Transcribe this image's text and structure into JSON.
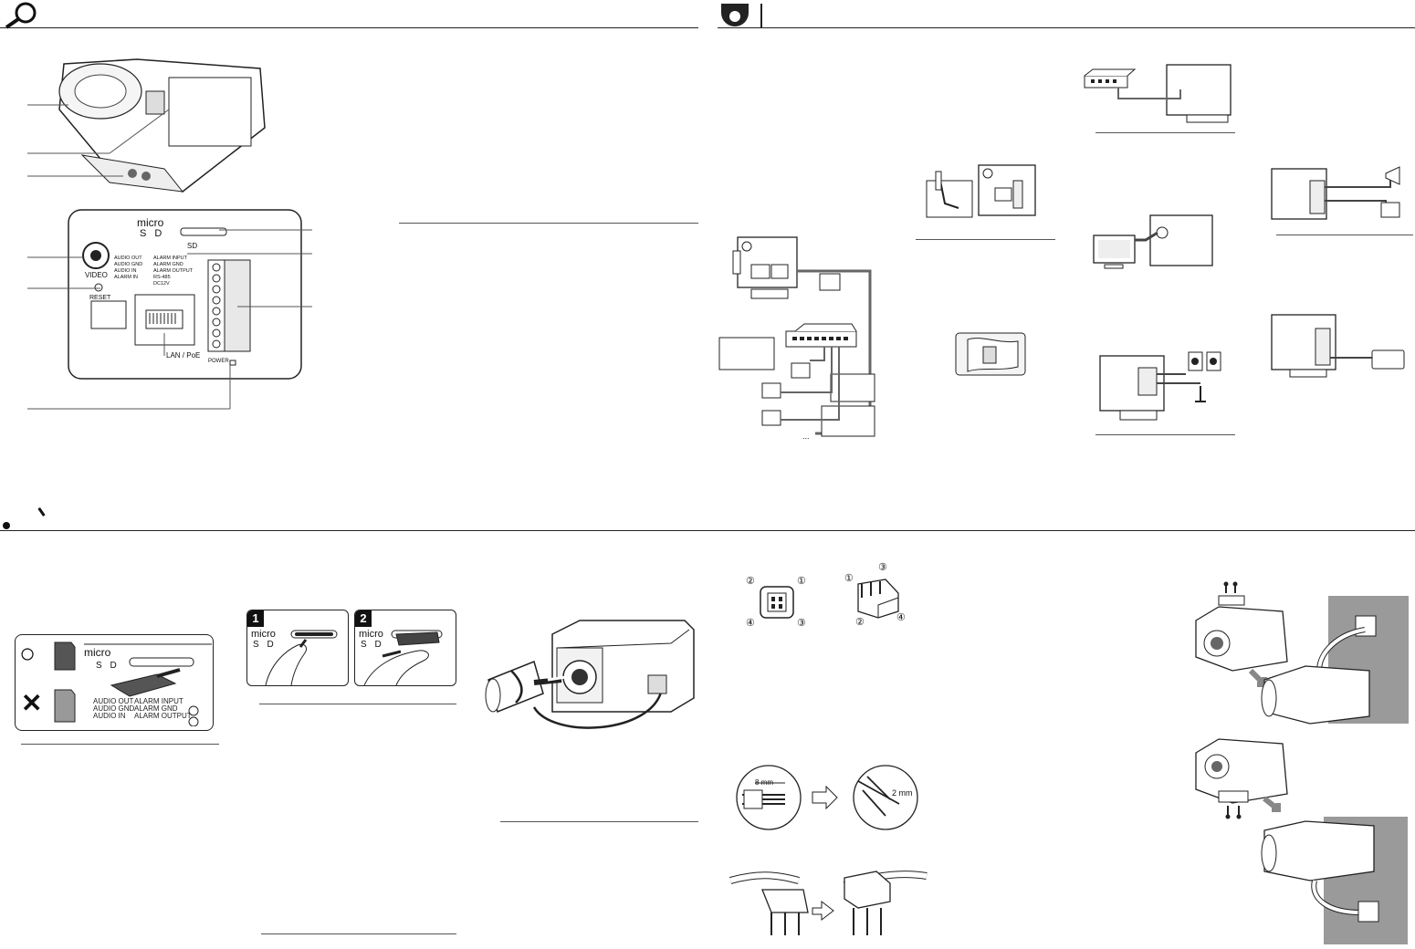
{
  "rear_panel": {
    "micro_label": "micro",
    "sd_label": "S D",
    "sd_led_label": "SD",
    "video_label": "VIDEO",
    "reset_label": "RESET",
    "lan_label": "LAN / PoE",
    "power_label": "POWER",
    "terminal_left": [
      "AUDIO OUT",
      "AUDIO GND",
      "AUDIO IN",
      "ALARM IN"
    ],
    "terminal_right": [
      "ALARM INPUT",
      "ALARM GND",
      "ALARM OUTPUT",
      "RS-485",
      "DC12V"
    ]
  },
  "sd_steps": {
    "step1": "1",
    "step2": "2",
    "ok_symbol": "○",
    "ng_symbol": "✕"
  },
  "connector": {
    "pin1": "①",
    "pin2": "②",
    "pin3": "③",
    "pin4": "④",
    "strip_length": "8 mm",
    "strip_small": "2 mm"
  },
  "network": {
    "ellipsis": "..."
  }
}
